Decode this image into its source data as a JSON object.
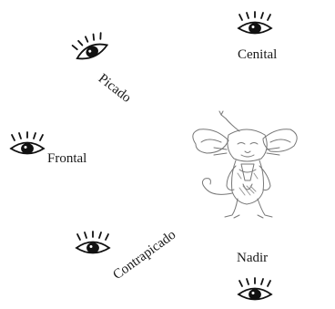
{
  "labels": {
    "cenital": "Cenital",
    "picado": "Picado",
    "frontal": "Frontal",
    "contrapicado": "Contrapicado",
    "nadir": "Nadir"
  },
  "icons": {
    "eye": "eye-icon",
    "character": "mouse-sketch"
  }
}
